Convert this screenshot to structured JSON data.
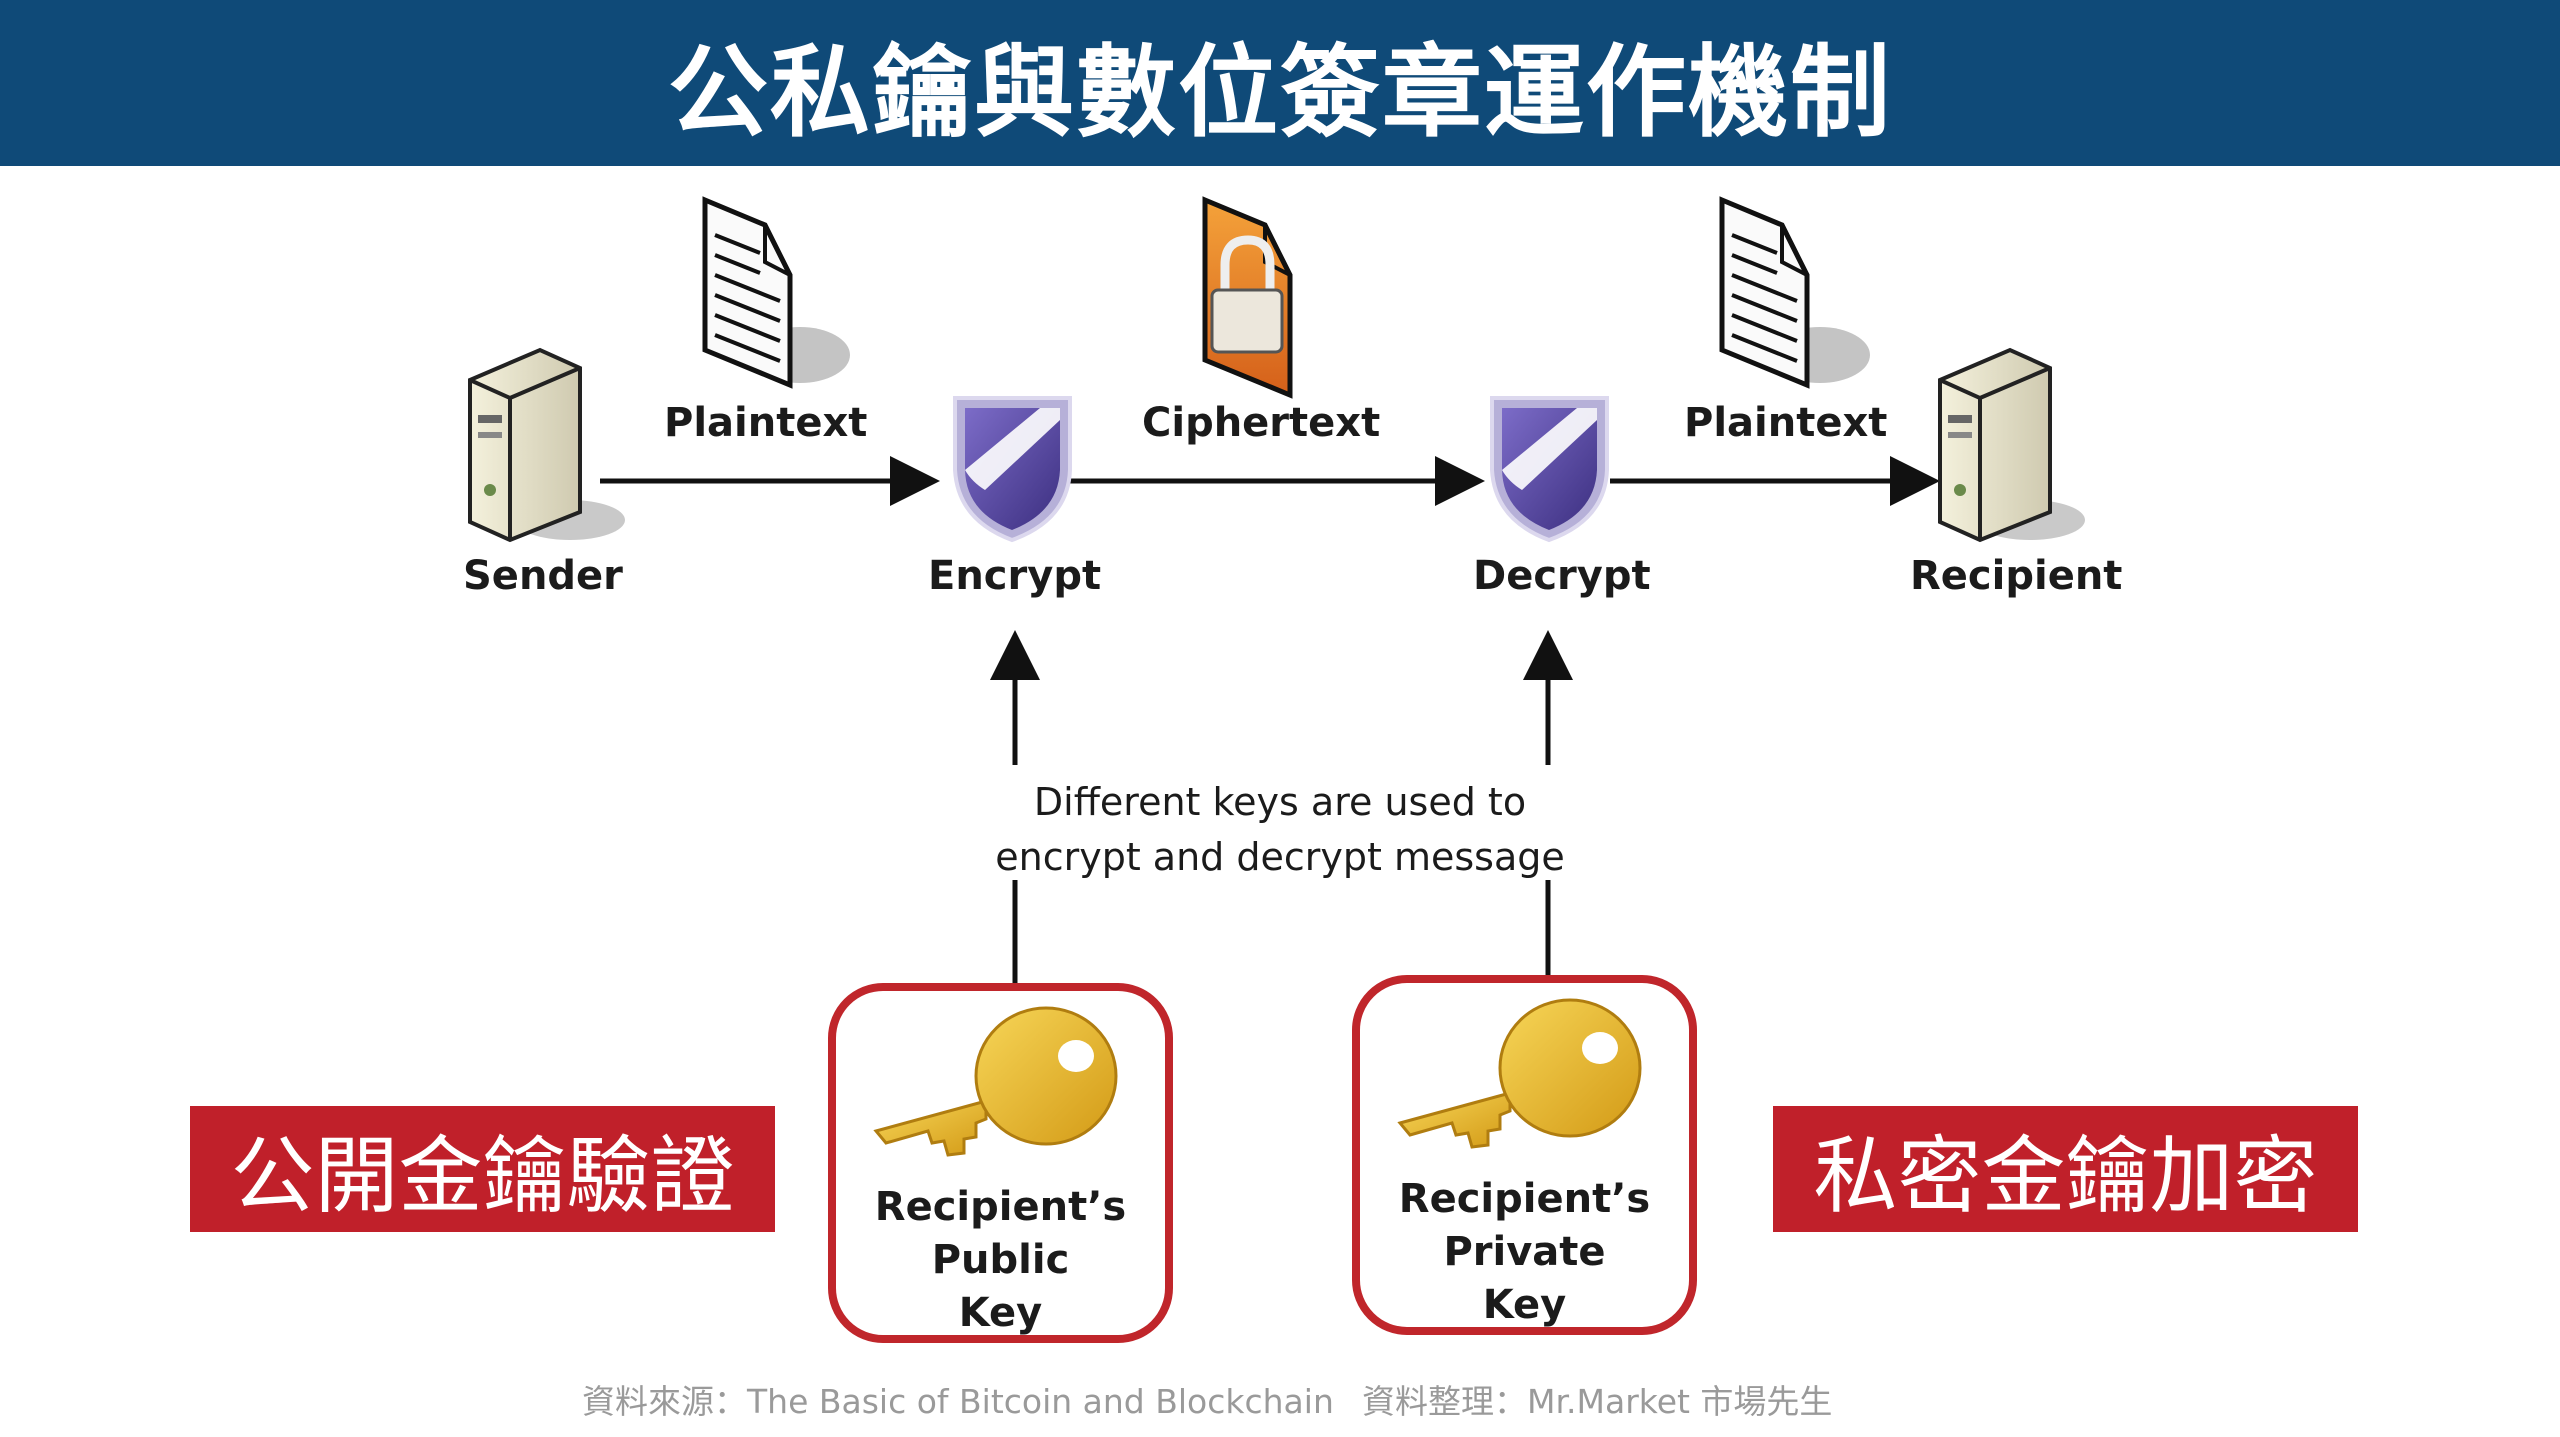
{
  "title": "公私鑰與數位簽章運作機制",
  "nodes": {
    "sender": "Sender",
    "encrypt": "Encrypt",
    "decrypt": "Decrypt",
    "recipient": "Recipient"
  },
  "edges": {
    "plaintext_1": "Plaintext",
    "ciphertext": "Ciphertext",
    "plaintext_2": "Plaintext"
  },
  "note": {
    "line1": "Different keys are used to",
    "line2": "encrypt and decrypt message"
  },
  "keys": {
    "public": [
      "Recipient’s",
      "Public",
      "Key"
    ],
    "private": [
      "Recipient’s",
      "Private",
      "Key"
    ]
  },
  "callouts": {
    "left": "公開金鑰驗證",
    "right": "私密金鑰加密"
  },
  "footer": {
    "source": "資料來源：The Basic of Bitcoin and Blockchain",
    "compiled": "資料整理：Mr.Market 市場先生"
  },
  "colors": {
    "title_bar": "#0f4a78",
    "callout_red": "#c0202a",
    "key_box_border": "#c0262b",
    "key_gold": "#e8b82a",
    "shield_purple": "#5a4aa0",
    "lock_orange": "#e07a1a"
  }
}
